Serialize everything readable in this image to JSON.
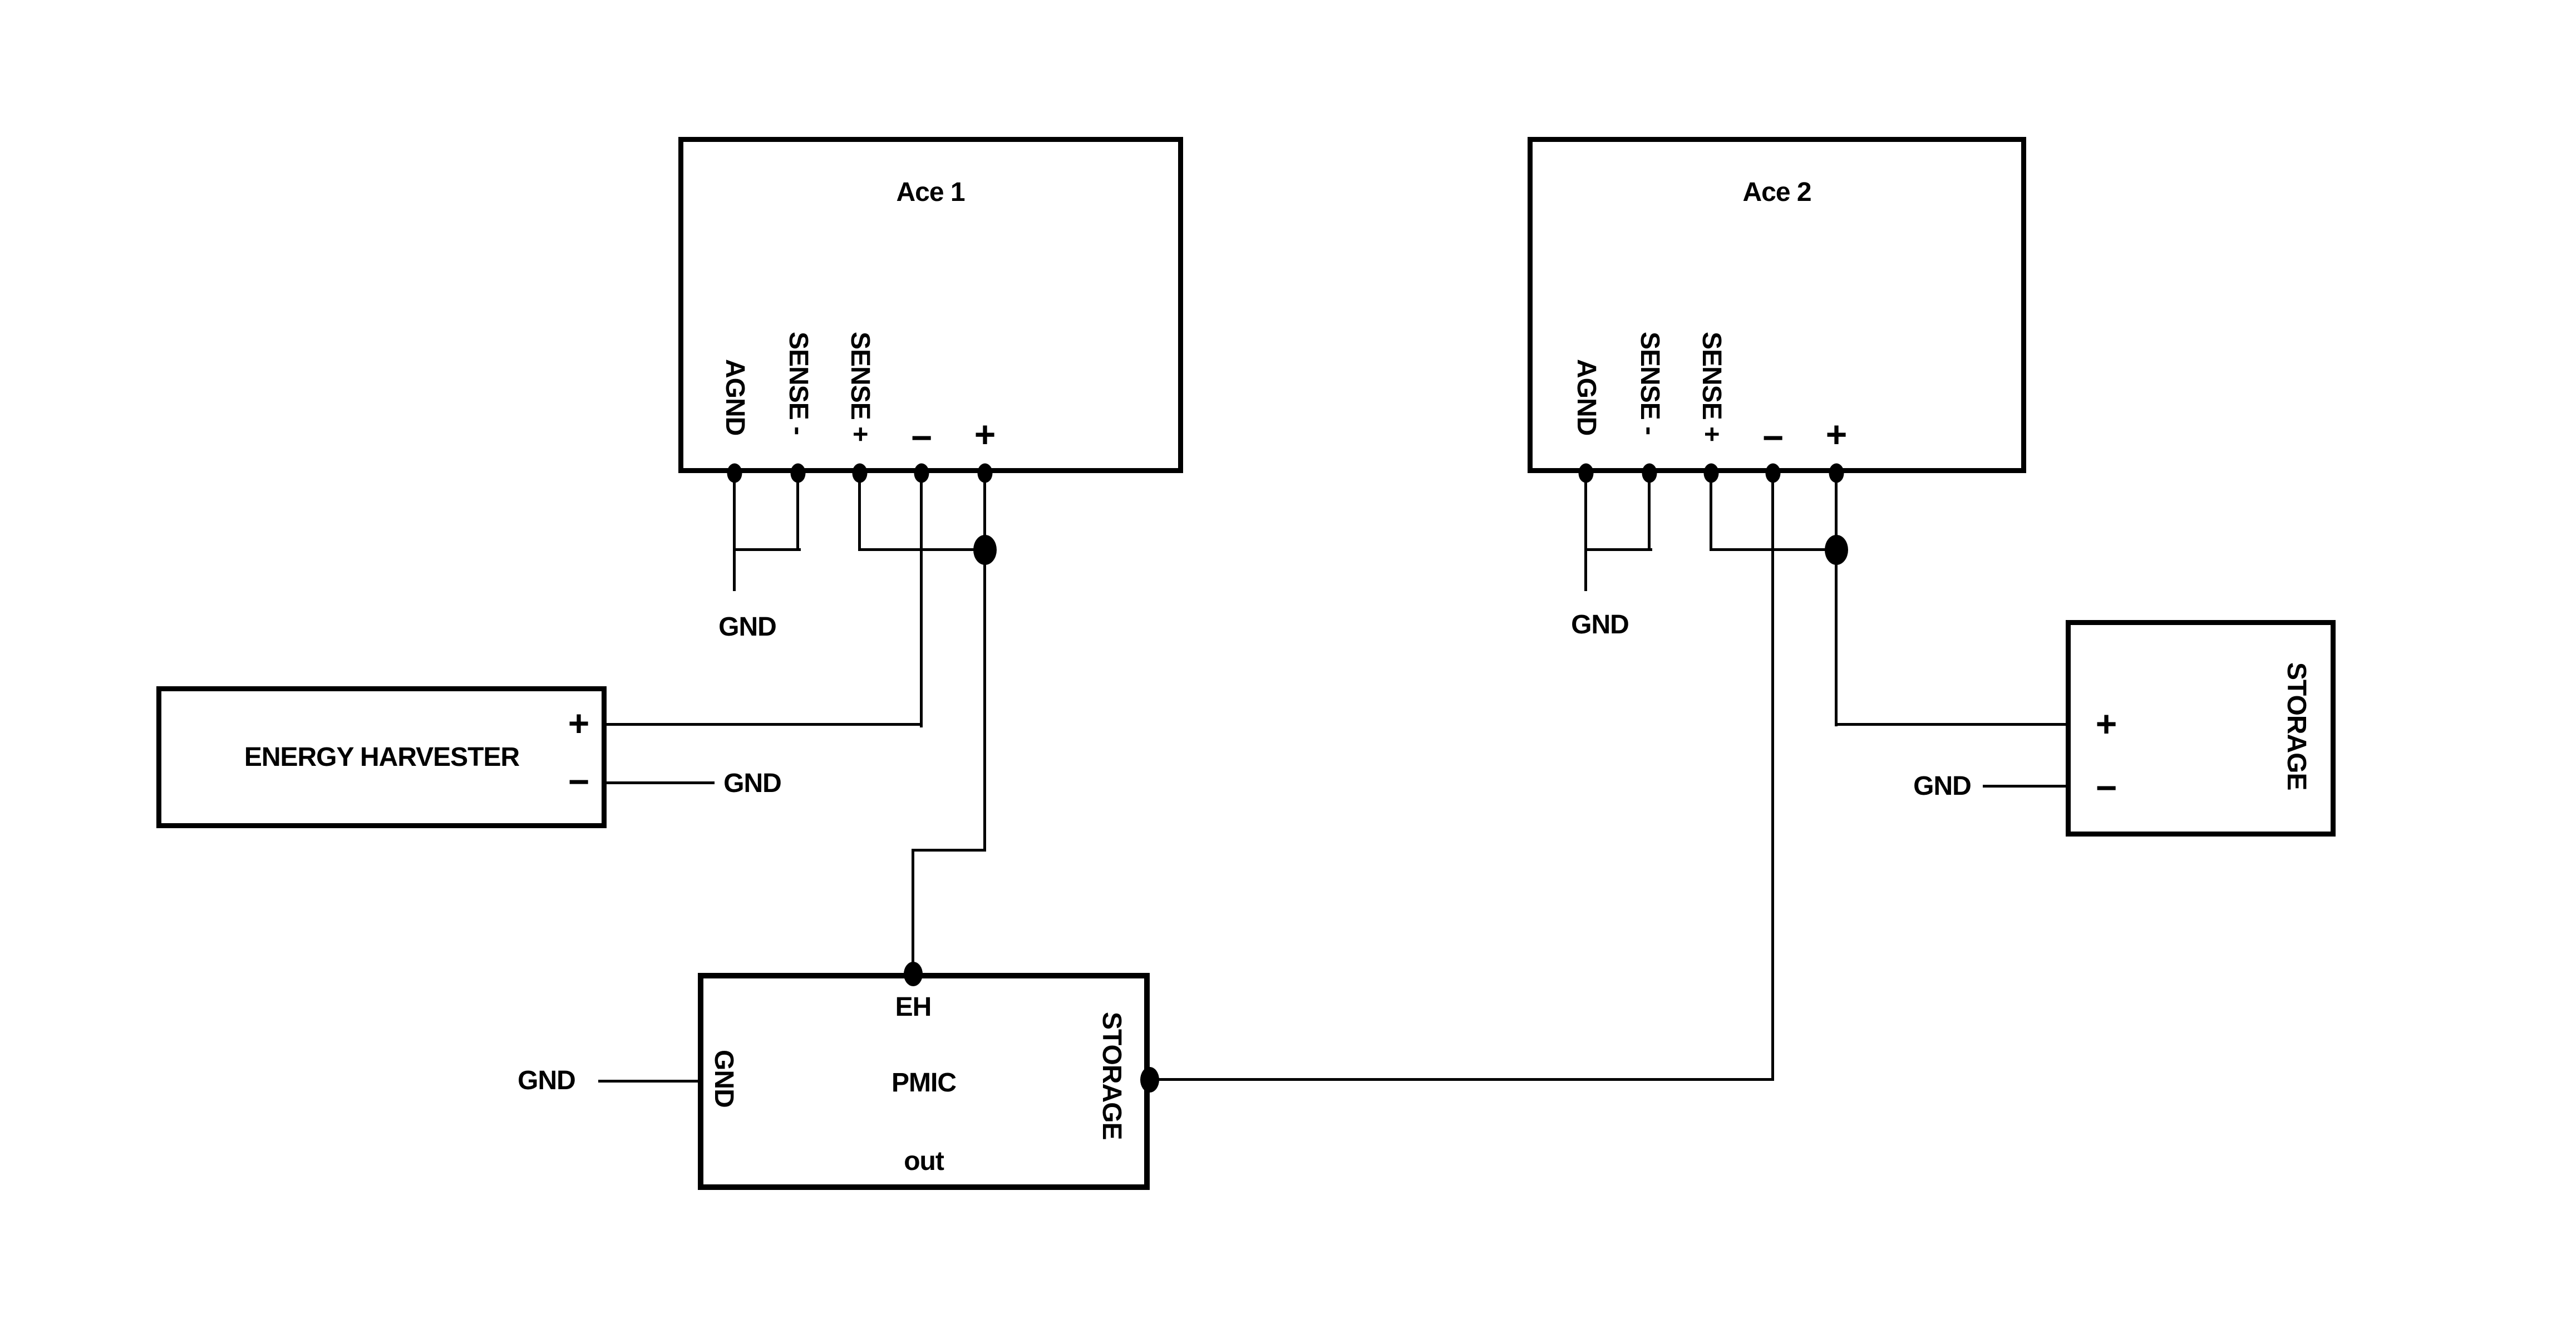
{
  "diagram": {
    "colors": {
      "ink": "#000000",
      "background": "#ffffff"
    },
    "ace1": {
      "title": "Ace 1",
      "pins": {
        "agnd": "AGND",
        "sense_minus": "SENSE -",
        "sense_plus": "SENSE +",
        "minus": "−",
        "plus": "+"
      },
      "gnd_label": "GND"
    },
    "ace2": {
      "title": "Ace 2",
      "pins": {
        "agnd": "AGND",
        "sense_minus": "SENSE -",
        "sense_plus": "SENSE +",
        "minus": "−",
        "plus": "+"
      },
      "gnd_label": "GND"
    },
    "energy_harvester": {
      "title": "ENERGY HARVESTER",
      "plus": "+",
      "minus": "−",
      "gnd_label": "GND"
    },
    "pmic": {
      "title": "PMIC",
      "pin_eh": "EH",
      "pin_gnd": "GND",
      "pin_storage": "STORAGE",
      "pin_out": "out",
      "gnd_label": "GND"
    },
    "storage": {
      "title": "STORAGE",
      "plus": "+",
      "minus": "−",
      "gnd_label": "GND"
    }
  }
}
